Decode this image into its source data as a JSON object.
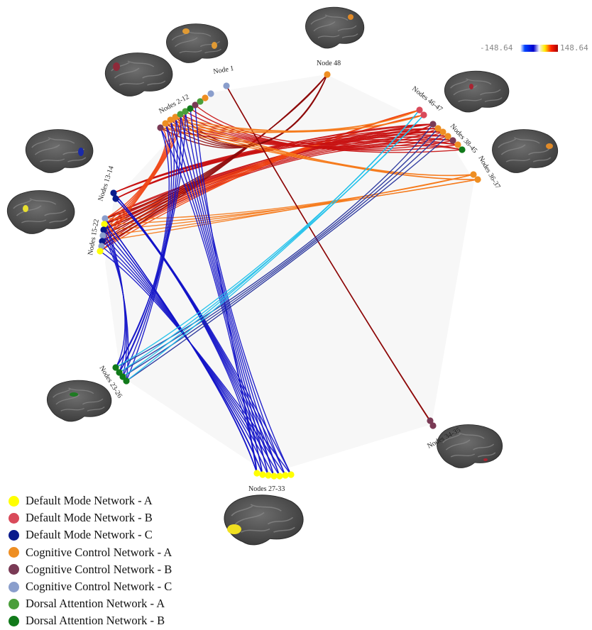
{
  "colorbar": {
    "min_label": "-148.64",
    "max_label": "148.64"
  },
  "networks": [
    {
      "id": "dmn-a",
      "label": "Default Mode Network - A",
      "color": "#ffff00"
    },
    {
      "id": "dmn-b",
      "label": "Default Mode Network - B",
      "color": "#d94a5a"
    },
    {
      "id": "dmn-c",
      "label": "Default Mode Network - C",
      "color": "#0a1a8c"
    },
    {
      "id": "ccn-a",
      "label": "Cognitive Control Network - A",
      "color": "#ee8e22"
    },
    {
      "id": "ccn-b",
      "label": "Cognitive Control Network - B",
      "color": "#7a3a55"
    },
    {
      "id": "ccn-c",
      "label": "Cognitive Control Network - C",
      "color": "#8a9ecc"
    },
    {
      "id": "dan-a",
      "label": "Dorsal Attention Network - A",
      "color": "#4a9e3a"
    },
    {
      "id": "dan-b",
      "label": "Dorsal Attention Network - B",
      "color": "#117a1a"
    }
  ],
  "node_groups": [
    {
      "id": "node-1",
      "label": "Node 1"
    },
    {
      "id": "nodes-2-12",
      "label": "Nodes 2-12"
    },
    {
      "id": "node-48",
      "label": "Node 48"
    },
    {
      "id": "nodes-46-47",
      "label": "Nodes 46-47"
    },
    {
      "id": "nodes-38-45",
      "label": "Nodes 38-45"
    },
    {
      "id": "nodes-36-37",
      "label": "Nodes 36-37"
    },
    {
      "id": "nodes-13-14",
      "label": "Nodes 13-14"
    },
    {
      "id": "nodes-15-22",
      "label": "Nodes 15-22"
    },
    {
      "id": "nodes-23-26",
      "label": "Nodes 23-26"
    },
    {
      "id": "nodes-27-33",
      "label": "Nodes 27-33"
    },
    {
      "id": "nodes-34-35",
      "label": "Nodes 34-35"
    }
  ],
  "connection_colors": {
    "strong_pos": "#c81010",
    "pos": "#f04414",
    "mid_pos": "#f57a1a",
    "dark_pos": "#8e0a0a",
    "strong_neg": "#1414c8",
    "neg": "#23309a",
    "light_neg": "#1ec0ea"
  }
}
